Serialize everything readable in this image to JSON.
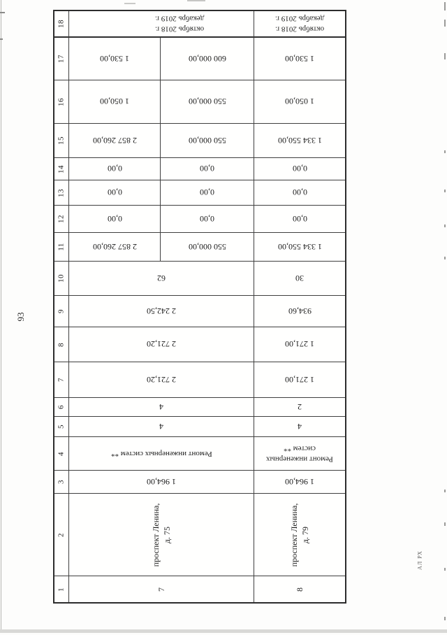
{
  "page": {
    "number": "93",
    "margin_note": "АЛ РХ"
  },
  "table": {
    "rows": [
      {
        "num": "18",
        "a": "октябрь 2018 г.\nдекабрь 2019 г.",
        "b": "октябрь 2018 г.\nдекабрь 2019 г."
      },
      {
        "num": "17",
        "a1": "1 530,00",
        "a2": "600 000,00",
        "b": "1 530,00"
      },
      {
        "num": "16",
        "a1": "1 050,00",
        "a2": "550 000,00",
        "b": "1 050,00"
      },
      {
        "num": "15",
        "a1": "2 857 260,00",
        "a2": "550 000,00",
        "b": "1 334 550,00"
      },
      {
        "num": "14",
        "a1": "0,00",
        "a2": "0,00",
        "b": "0,00"
      },
      {
        "num": "13",
        "a1": "0,00",
        "a2": "0,00",
        "b": "0,00"
      },
      {
        "num": "12",
        "a1": "0,00",
        "a2": "0,00",
        "b": "0,00"
      },
      {
        "num": "11",
        "a1": "2 857 260,00",
        "a2": "550 000,00",
        "b": "1 334 550,00"
      },
      {
        "num": "10",
        "a": "62",
        "b": "30"
      },
      {
        "num": "9",
        "a": "2 242,50",
        "b": "934,60"
      },
      {
        "num": "8",
        "a": "2 721,20",
        "b": "1 271,00"
      },
      {
        "num": "7",
        "a": "2 721,20",
        "b": "1 271,00"
      },
      {
        "num": "6",
        "a": "4",
        "b": "2"
      },
      {
        "num": "5",
        "a": "4",
        "b": "4"
      },
      {
        "num": "4",
        "a": "Ремонт инженерных систем **",
        "b": "Ремонт инженерных\nсистем **"
      },
      {
        "num": "3",
        "a": "1 964,00",
        "b": "1 964,00"
      },
      {
        "num": "2",
        "a": "проспект Ленина,\nд. 75",
        "b": "проспект Ленина,\nд. 79"
      },
      {
        "num": "1",
        "a": "7",
        "b": "8"
      }
    ]
  }
}
